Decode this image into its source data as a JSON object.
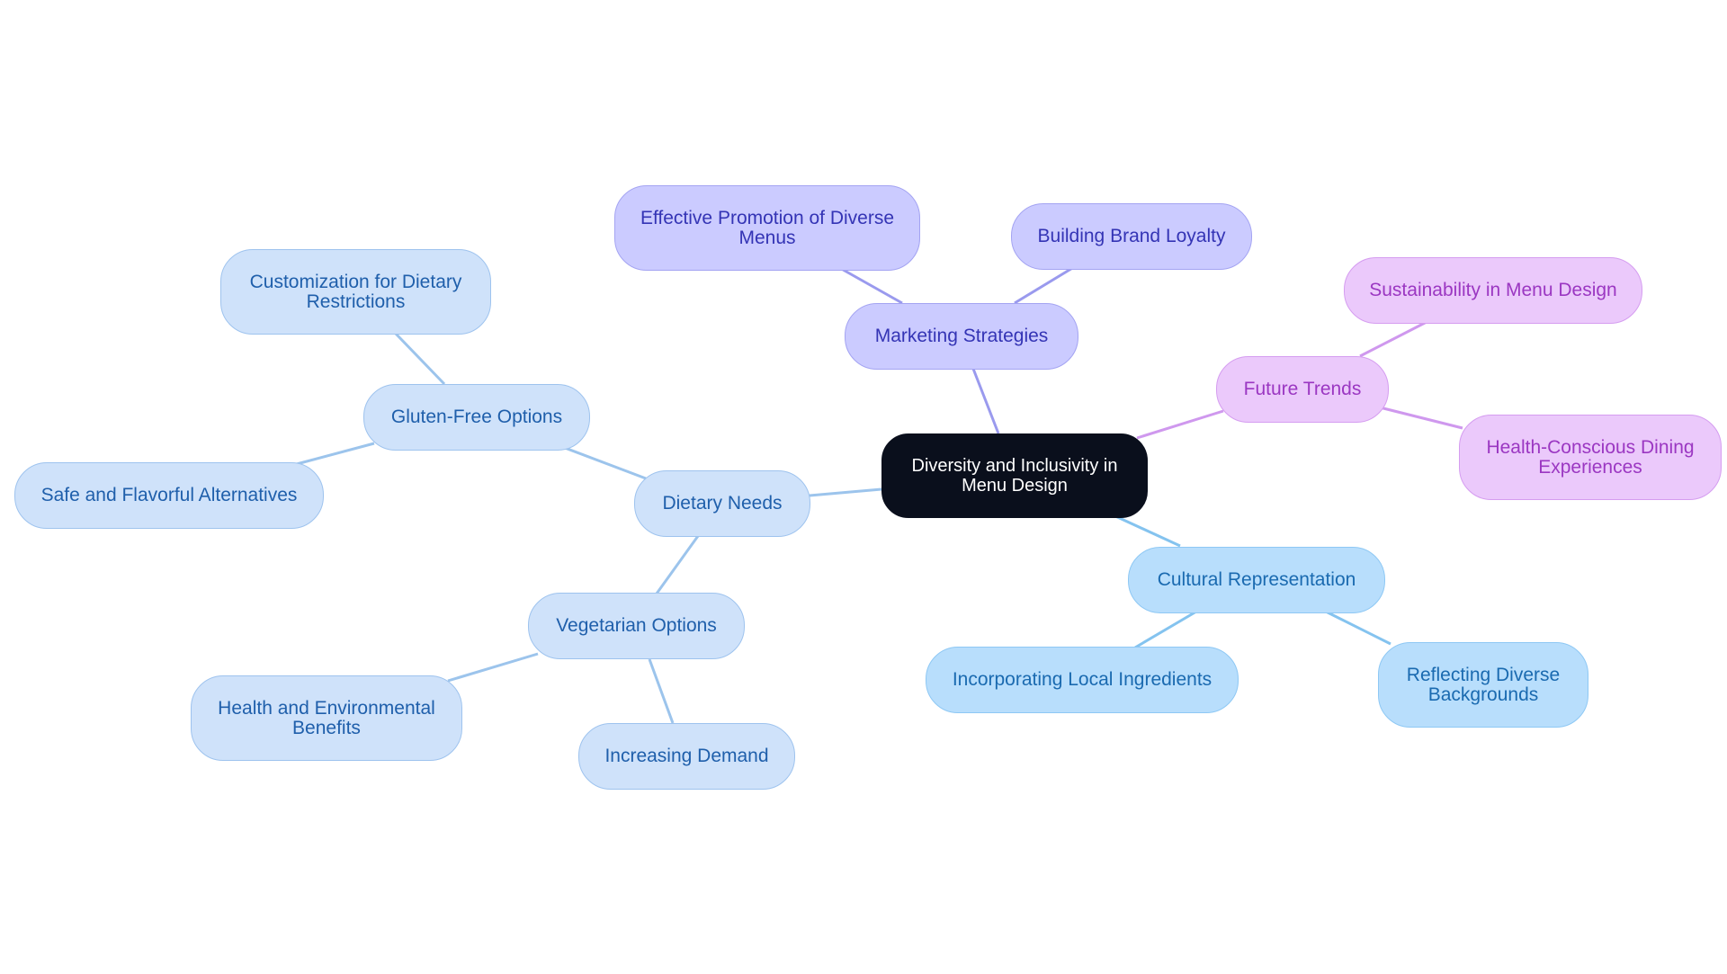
{
  "colors": {
    "root_bg": "#0a0f1c",
    "blue_fill": "#cfe2fa",
    "blue_edge": "#9cc4ec",
    "blue_text": "#1f5fab",
    "sky_fill": "#b8defc",
    "sky_edge": "#84c3ef",
    "sky_text": "#1a6ab0",
    "violet_fill": "#cbcbff",
    "violet_edge": "#9a9aee",
    "violet_text": "#3434b5",
    "purple_fill": "#ebc9fb",
    "purple_edge": "#cf98ee",
    "purple_text": "#9b37c2"
  },
  "mindmap": {
    "root": "Diversity and Inclusivity in Menu Design",
    "dietary_needs": "Dietary Needs",
    "gluten_free": "Gluten-Free Options",
    "customization": "Customization for Dietary Restrictions",
    "safe_alternatives": "Safe and Flavorful Alternatives",
    "vegetarian": "Vegetarian Options",
    "health_env": "Health and Environmental Benefits",
    "increasing_demand": "Increasing Demand",
    "marketing": "Marketing Strategies",
    "promotion": "Effective Promotion of Diverse Menus",
    "brand_loyalty": "Building Brand Loyalty",
    "future_trends": "Future Trends",
    "sustainability": "Sustainability in Menu Design",
    "health_conscious": "Health-Conscious Dining Experiences",
    "cultural": "Cultural Representation",
    "local_ingredients": "Incorporating Local Ingredients",
    "diverse_backgrounds": "Reflecting Diverse Backgrounds"
  }
}
